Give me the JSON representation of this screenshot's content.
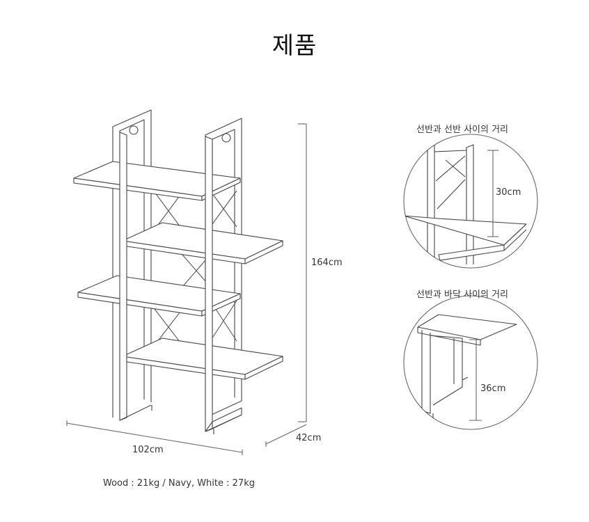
{
  "title": "제품",
  "dimensions": {
    "height": "164cm",
    "width": "102cm",
    "depth": "42cm"
  },
  "details": [
    {
      "caption": "선반과 선반 사이의 거리",
      "value": "30cm"
    },
    {
      "caption": "선반과 바닥 사이의 거리",
      "value": "36cm"
    }
  ],
  "weight_note": "Wood : 21kg / Navy, White : 27kg"
}
